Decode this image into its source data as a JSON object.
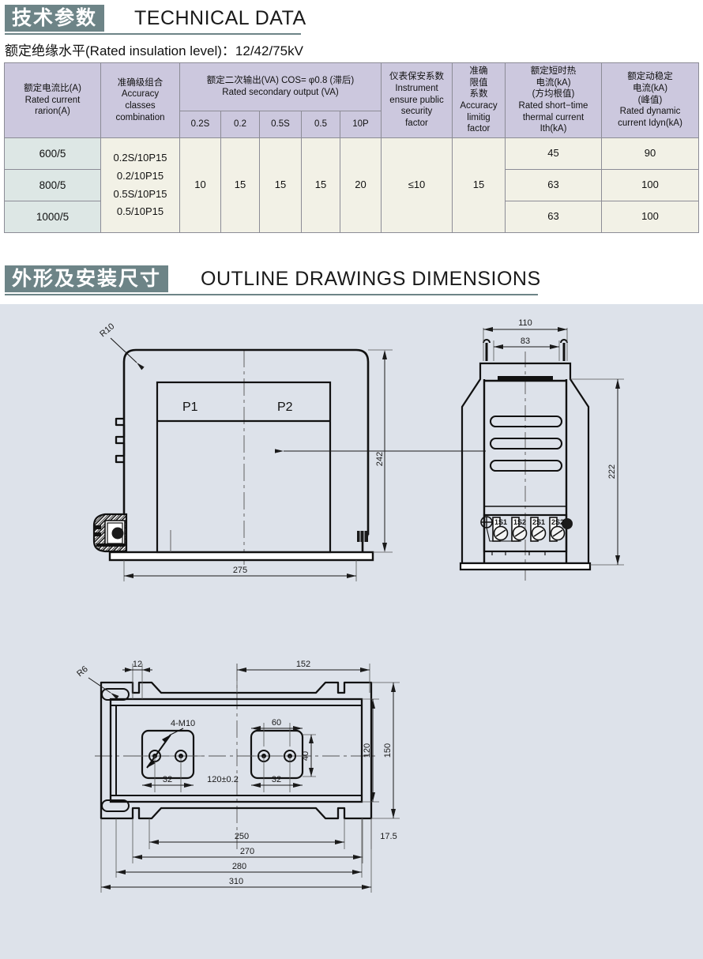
{
  "sections": {
    "technical": {
      "band_cn": "技术参数",
      "title_en": "TECHNICAL DATA",
      "insulation_line": "额定绝缘水平(Rated insulation level)：12/42/75kV"
    },
    "outline": {
      "band_cn": "外形及安装尺寸",
      "title_en": "OUTLINE  DRAWINGS  DIMENSIONS"
    }
  },
  "table": {
    "headers": {
      "ratio_cn": "额定电流比(A)",
      "ratio_en1": "Rated current",
      "ratio_en2": "rarion(A)",
      "accuracy_cn": "准确级组合",
      "accuracy_en1": "Accuracy",
      "accuracy_en2": "classes",
      "accuracy_en3": "combination",
      "output_cn": "额定二次输出(VA) COS= φ0.8 (滞后)",
      "output_en": "Rated secondary output (VA)",
      "sub_02s": "0.2S",
      "sub_02": "0.2",
      "sub_05s": "0.5S",
      "sub_05": "0.5",
      "sub_10p": "10P",
      "security_cn": "仪表保安系数",
      "security_en1": "Instrument",
      "security_en2": "ensure public",
      "security_en3": "security",
      "security_en4": "factor",
      "alf_cn1": "准确",
      "alf_cn2": "限值",
      "alf_cn3": "系数",
      "alf_en1": "Accuracy",
      "alf_en2": "limitig",
      "alf_en3": "factor",
      "ith_cn1": "额定短时热",
      "ith_cn2": "电流(kA)",
      "ith_cn3": "(方均根值)",
      "ith_en1": "Rated short−time",
      "ith_en2": "thermal current",
      "ith_en3": "Ith(kA)",
      "idyn_cn1": "额定动稳定",
      "idyn_cn2": "电流(kA)",
      "idyn_cn3": "(峰值)",
      "idyn_en1": "Rated dynamic",
      "idyn_en2": "current Idyn(kA)"
    },
    "rows": [
      {
        "ratio": "600/5",
        "ith": "45",
        "idyn": "90"
      },
      {
        "ratio": "800/5",
        "ith": "63",
        "idyn": "100"
      },
      {
        "ratio": "1000/5",
        "ith": "63",
        "idyn": "100"
      }
    ],
    "merged": {
      "accuracy": "0.2S/10P15\n0.2/10P15\n0.5S/10P15\n0.5/10P15",
      "accuracy_l1": "0.2S/10P15",
      "accuracy_l2": "0.2/10P15",
      "accuracy_l3": "0.5S/10P15",
      "accuracy_l4": "0.5/10P15",
      "va_02s": "10",
      "va_02": "15",
      "va_05s": "15",
      "va_05": "15",
      "va_10p": "20",
      "security": "≤10",
      "alf": "15"
    }
  },
  "drawings": {
    "side_view": {
      "label_p1": "P1",
      "label_p2": "P2",
      "radius": "R10",
      "height_242": "242",
      "width_275": "275"
    },
    "front_view": {
      "dim_110": "110",
      "dim_83": "83",
      "dim_222": "222",
      "terminals": [
        "1S1",
        "1S2",
        "2S1",
        "2S2"
      ]
    },
    "plan_view": {
      "dim_12": "12",
      "dim_152": "152",
      "radius": "R6",
      "thread": "4-M10",
      "dim_60": "60",
      "dim_40": "40",
      "dim_120": "120",
      "dim_150": "150",
      "dim_32_left": "32",
      "dim_32_right": "32",
      "dim_120_tol": "120±0.2",
      "dim_250": "250",
      "dim_17_5": "17.5",
      "dim_270": "270",
      "dim_280": "280",
      "dim_310": "310"
    }
  },
  "colors": {
    "band": "#6d8487",
    "header_cell": "#ccc8de",
    "body_cell": "#f2f1e6",
    "ratio_cell": "#dde7e5",
    "panel_bg": "#dde2ea",
    "line": "#1a1a1a"
  }
}
